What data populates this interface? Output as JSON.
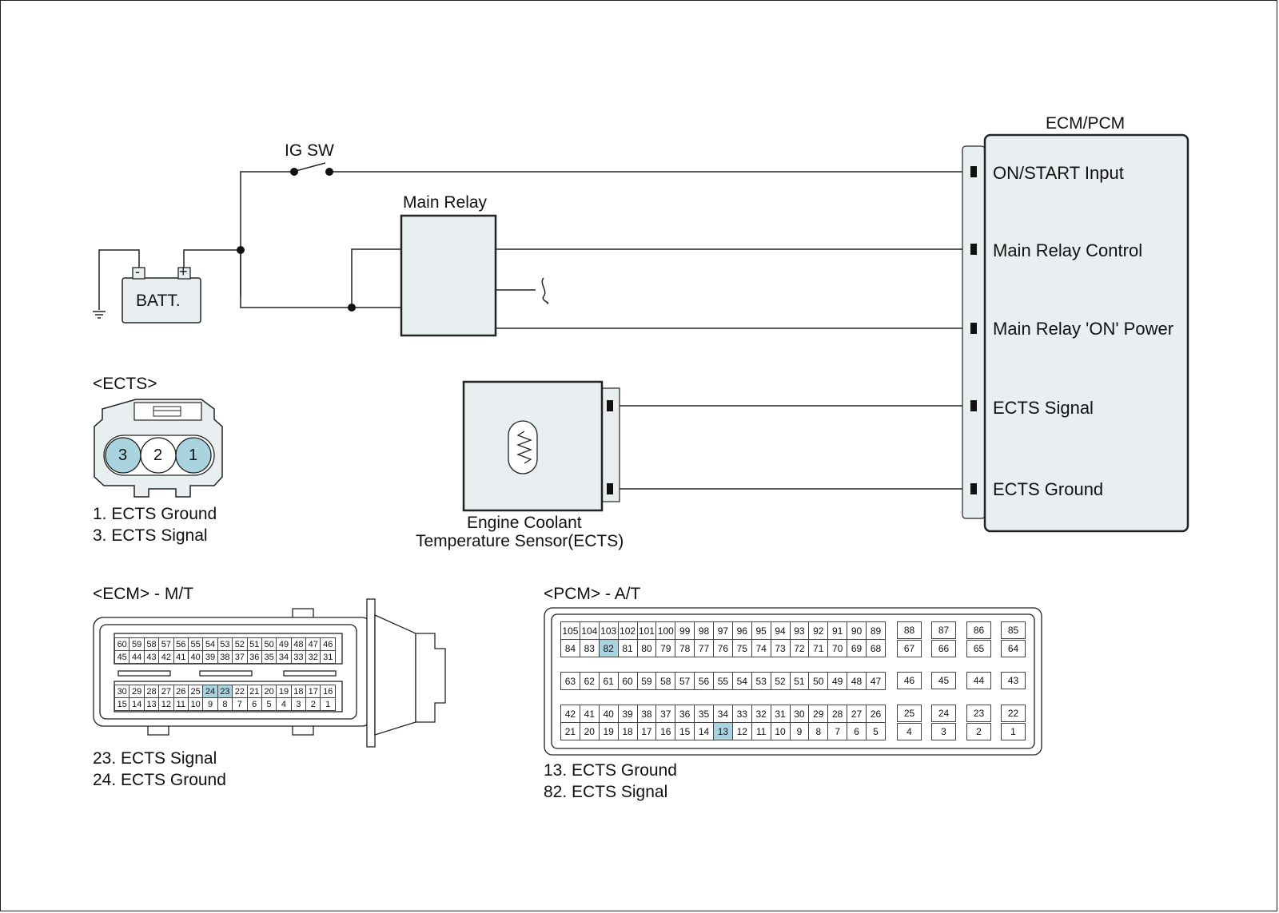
{
  "ig_switch": {
    "label": "IG SW"
  },
  "battery": {
    "label": "BATT.",
    "neg": "-",
    "pos": "+"
  },
  "main_relay": {
    "label": "Main Relay"
  },
  "ecm_pcm": {
    "title": "ECM/PCM",
    "pins": [
      "ON/START Input",
      "Main Relay Control",
      "Main Relay 'ON' Power",
      "ECTS Signal",
      "ECTS Ground"
    ]
  },
  "sensor": {
    "label_line1": "Engine Coolant",
    "label_line2": "Temperature Sensor(ECTS)"
  },
  "ects_connector": {
    "title": "<ECTS>",
    "pins": [
      "3",
      "2",
      "1"
    ],
    "highlight": [
      "3",
      "1"
    ],
    "legend": [
      "1. ECTS Ground",
      "3. ECTS Signal"
    ]
  },
  "ecm_connector": {
    "title": "<ECM> - M/T",
    "rows": [
      [
        "60",
        "59",
        "58",
        "57",
        "56",
        "55",
        "54",
        "53",
        "52",
        "51",
        "50",
        "49",
        "48",
        "47",
        "46"
      ],
      [
        "45",
        "44",
        "43",
        "42",
        "41",
        "40",
        "39",
        "38",
        "37",
        "36",
        "35",
        "34",
        "33",
        "32",
        "31"
      ],
      [
        "30",
        "29",
        "28",
        "27",
        "26",
        "25",
        "24",
        "23",
        "22",
        "21",
        "20",
        "19",
        "18",
        "17",
        "16"
      ],
      [
        "15",
        "14",
        "13",
        "12",
        "11",
        "10",
        "9",
        "8",
        "7",
        "6",
        "5",
        "4",
        "3",
        "2",
        "1"
      ]
    ],
    "highlight": [
      "24",
      "23"
    ],
    "legend": [
      "23. ECTS Signal",
      "24. ECTS Ground"
    ]
  },
  "pcm_connector": {
    "title": "<PCM> - A/T",
    "main_rows": [
      [
        "105",
        "104",
        "103",
        "102",
        "101",
        "100",
        "99",
        "98",
        "97",
        "96",
        "95",
        "94",
        "93",
        "92",
        "91",
        "90",
        "89"
      ],
      [
        "84",
        "83",
        "82",
        "81",
        "80",
        "79",
        "78",
        "77",
        "76",
        "75",
        "74",
        "73",
        "72",
        "71",
        "70",
        "69",
        "68"
      ],
      [
        "63",
        "62",
        "61",
        "60",
        "59",
        "58",
        "57",
        "56",
        "55",
        "54",
        "53",
        "52",
        "51",
        "50",
        "49",
        "48",
        "47"
      ],
      [
        "42",
        "41",
        "40",
        "39",
        "38",
        "37",
        "36",
        "35",
        "34",
        "33",
        "32",
        "31",
        "30",
        "29",
        "28",
        "27",
        "26"
      ],
      [
        "21",
        "20",
        "19",
        "18",
        "17",
        "16",
        "15",
        "14",
        "13",
        "12",
        "11",
        "10",
        "9",
        "8",
        "7",
        "6",
        "5"
      ]
    ],
    "side_rows": [
      [
        "88",
        "87",
        "86",
        "85"
      ],
      [
        "67",
        "66",
        "65",
        "64"
      ],
      [
        "46",
        "45",
        "44",
        "43"
      ],
      [
        "25",
        "24",
        "23",
        "22"
      ],
      [
        "4",
        "3",
        "2",
        "1"
      ]
    ],
    "highlight": [
      "82",
      "13"
    ],
    "legend": [
      "13. ECTS Ground",
      "82. ECTS Signal"
    ]
  },
  "colors": {
    "highlight": "#a9d3de",
    "box_fill": "#e9eef0",
    "line": "#222222"
  }
}
